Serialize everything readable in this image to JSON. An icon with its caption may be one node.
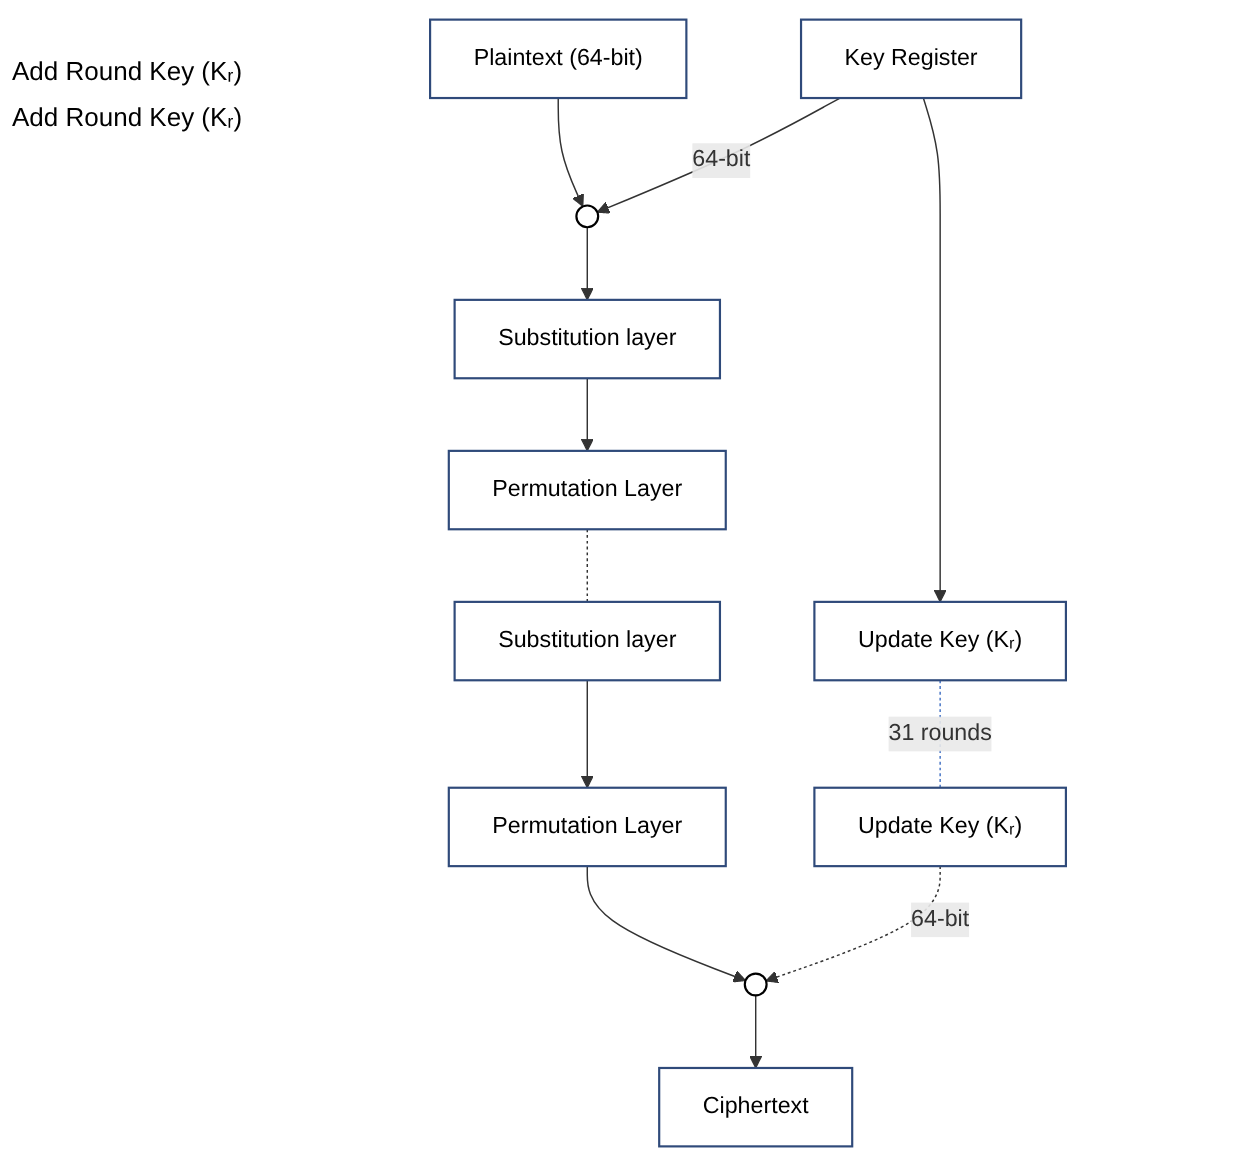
{
  "diagram": {
    "nodes": [
      {
        "text": [
          "Plaintext (64-bit)"
        ]
      },
      {
        "text": [
          "Key Register"
        ]
      },
      {
        "text": [],
        "shape": "circle"
      },
      {
        "text": [
          "Substitution layer"
        ]
      },
      {
        "text": [
          "Update Key (Kᵣ)"
        ]
      },
      {
        "text": [
          "Permutation Layer"
        ]
      },
      {
        "text": [
          "Update Key (Kᵣ)"
        ]
      },
      {
        "text": [
          "Substitution layer"
        ]
      },
      {
        "text": [
          "Permutation Layer"
        ]
      },
      {
        "text": [],
        "shape": "circle"
      },
      {
        "text": [
          "Ciphertext"
        ]
      }
    ],
    "edges": [
      {
        "from": 0,
        "to": 2,
        "arrow": "to"
      },
      {
        "from": 1,
        "to": 2,
        "arrow": "to",
        "label": "64-bit"
      },
      {
        "from": 1,
        "to": 4,
        "arrow": "to"
      },
      {
        "from": 2,
        "to": 3,
        "arrow": "to"
      },
      {
        "from": 3,
        "to": 5,
        "arrow": "to"
      },
      {
        "from": 4,
        "to": 6,
        "arrow": "none",
        "style": "dashed",
        "color": "#4472c4",
        "label": "31 rounds"
      },
      {
        "from": 5,
        "to": 7,
        "arrow": "none",
        "style": "dashed"
      },
      {
        "from": 7,
        "to": 8,
        "arrow": "to"
      },
      {
        "from": 8,
        "to": 9,
        "arrow": "to"
      },
      {
        "from": 6,
        "to": 9,
        "arrow": "to",
        "style": "dashed",
        "label": "64-bit"
      },
      {
        "from": 9,
        "to": 10,
        "arrow": "to"
      }
    ],
    "labels": [
      "Add Round Key (Kᵣ)",
      "Add Round Key (Kᵣ)"
    ]
  }
}
